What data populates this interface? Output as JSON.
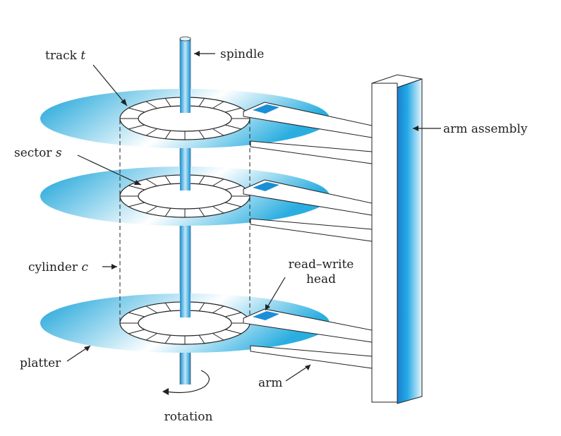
{
  "title": "Moving-head disk mechanism",
  "labels": {
    "track": "track",
    "track_var": "t",
    "spindle": "spindle",
    "arm_assembly": "arm assembly",
    "sector": "sector",
    "sector_var": "s",
    "cylinder": "cylinder",
    "cylinder_var": "c",
    "read_write_line1": "read–write",
    "read_write_line2": "head",
    "platter": "platter",
    "arm": "arm",
    "rotation": "rotation"
  },
  "colors": {
    "platter_blue": "#1aa3d9",
    "head_blue": "#1a8fd6",
    "line": "#222222"
  }
}
